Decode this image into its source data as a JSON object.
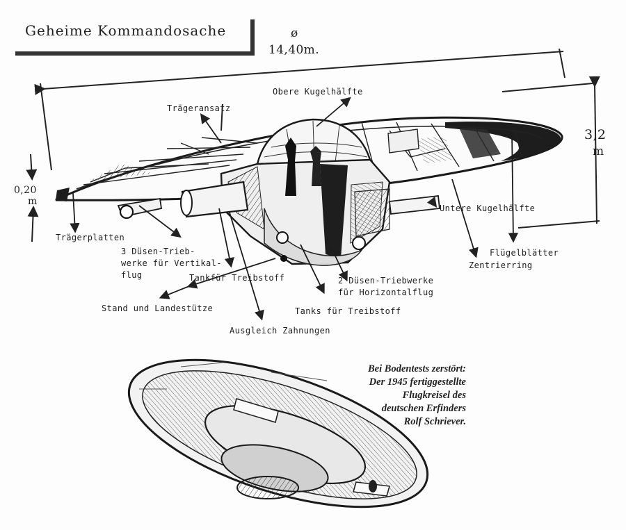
{
  "title": "Geheime Kommandosache",
  "dimensions": {
    "diameter_symbol": "ø",
    "diameter": "14,40m.",
    "height": "3,2",
    "height_unit": "m",
    "rim": "0,20",
    "rim_unit": "m"
  },
  "labels": {
    "obere_kugelhaelfte": "Obere Kugelhälfte",
    "traegeransatz": "Trägeransatz",
    "traegerplatten": "Trägerplatten",
    "duesen_vertikal": [
      "3 Düsen-Trieb-",
      "werke für Vertikal-",
      "flug"
    ],
    "tank_treibstoff": "Tankfür Treibstoff",
    "stand_landestuetze": "Stand und Landestütze",
    "ausgleich": "Ausgleich Zahnungen",
    "tanks_treibstoff": "Tanks für Treibstoff",
    "duesen_horizontal": [
      "2 Düsen-Triebwerke",
      "für Horizontalflug"
    ],
    "untere_kugelhaelfte": "Untere Kugelhälfte",
    "fluegelblaetter": "Flügelblätter",
    "zentrierring": "Zentrierring"
  },
  "caption": [
    "Bei Bodentests zerstört:",
    "Der 1945 fertiggestellte",
    "Flugkreisel des",
    "deutschen Erfinders",
    "Rolf Schriever."
  ]
}
